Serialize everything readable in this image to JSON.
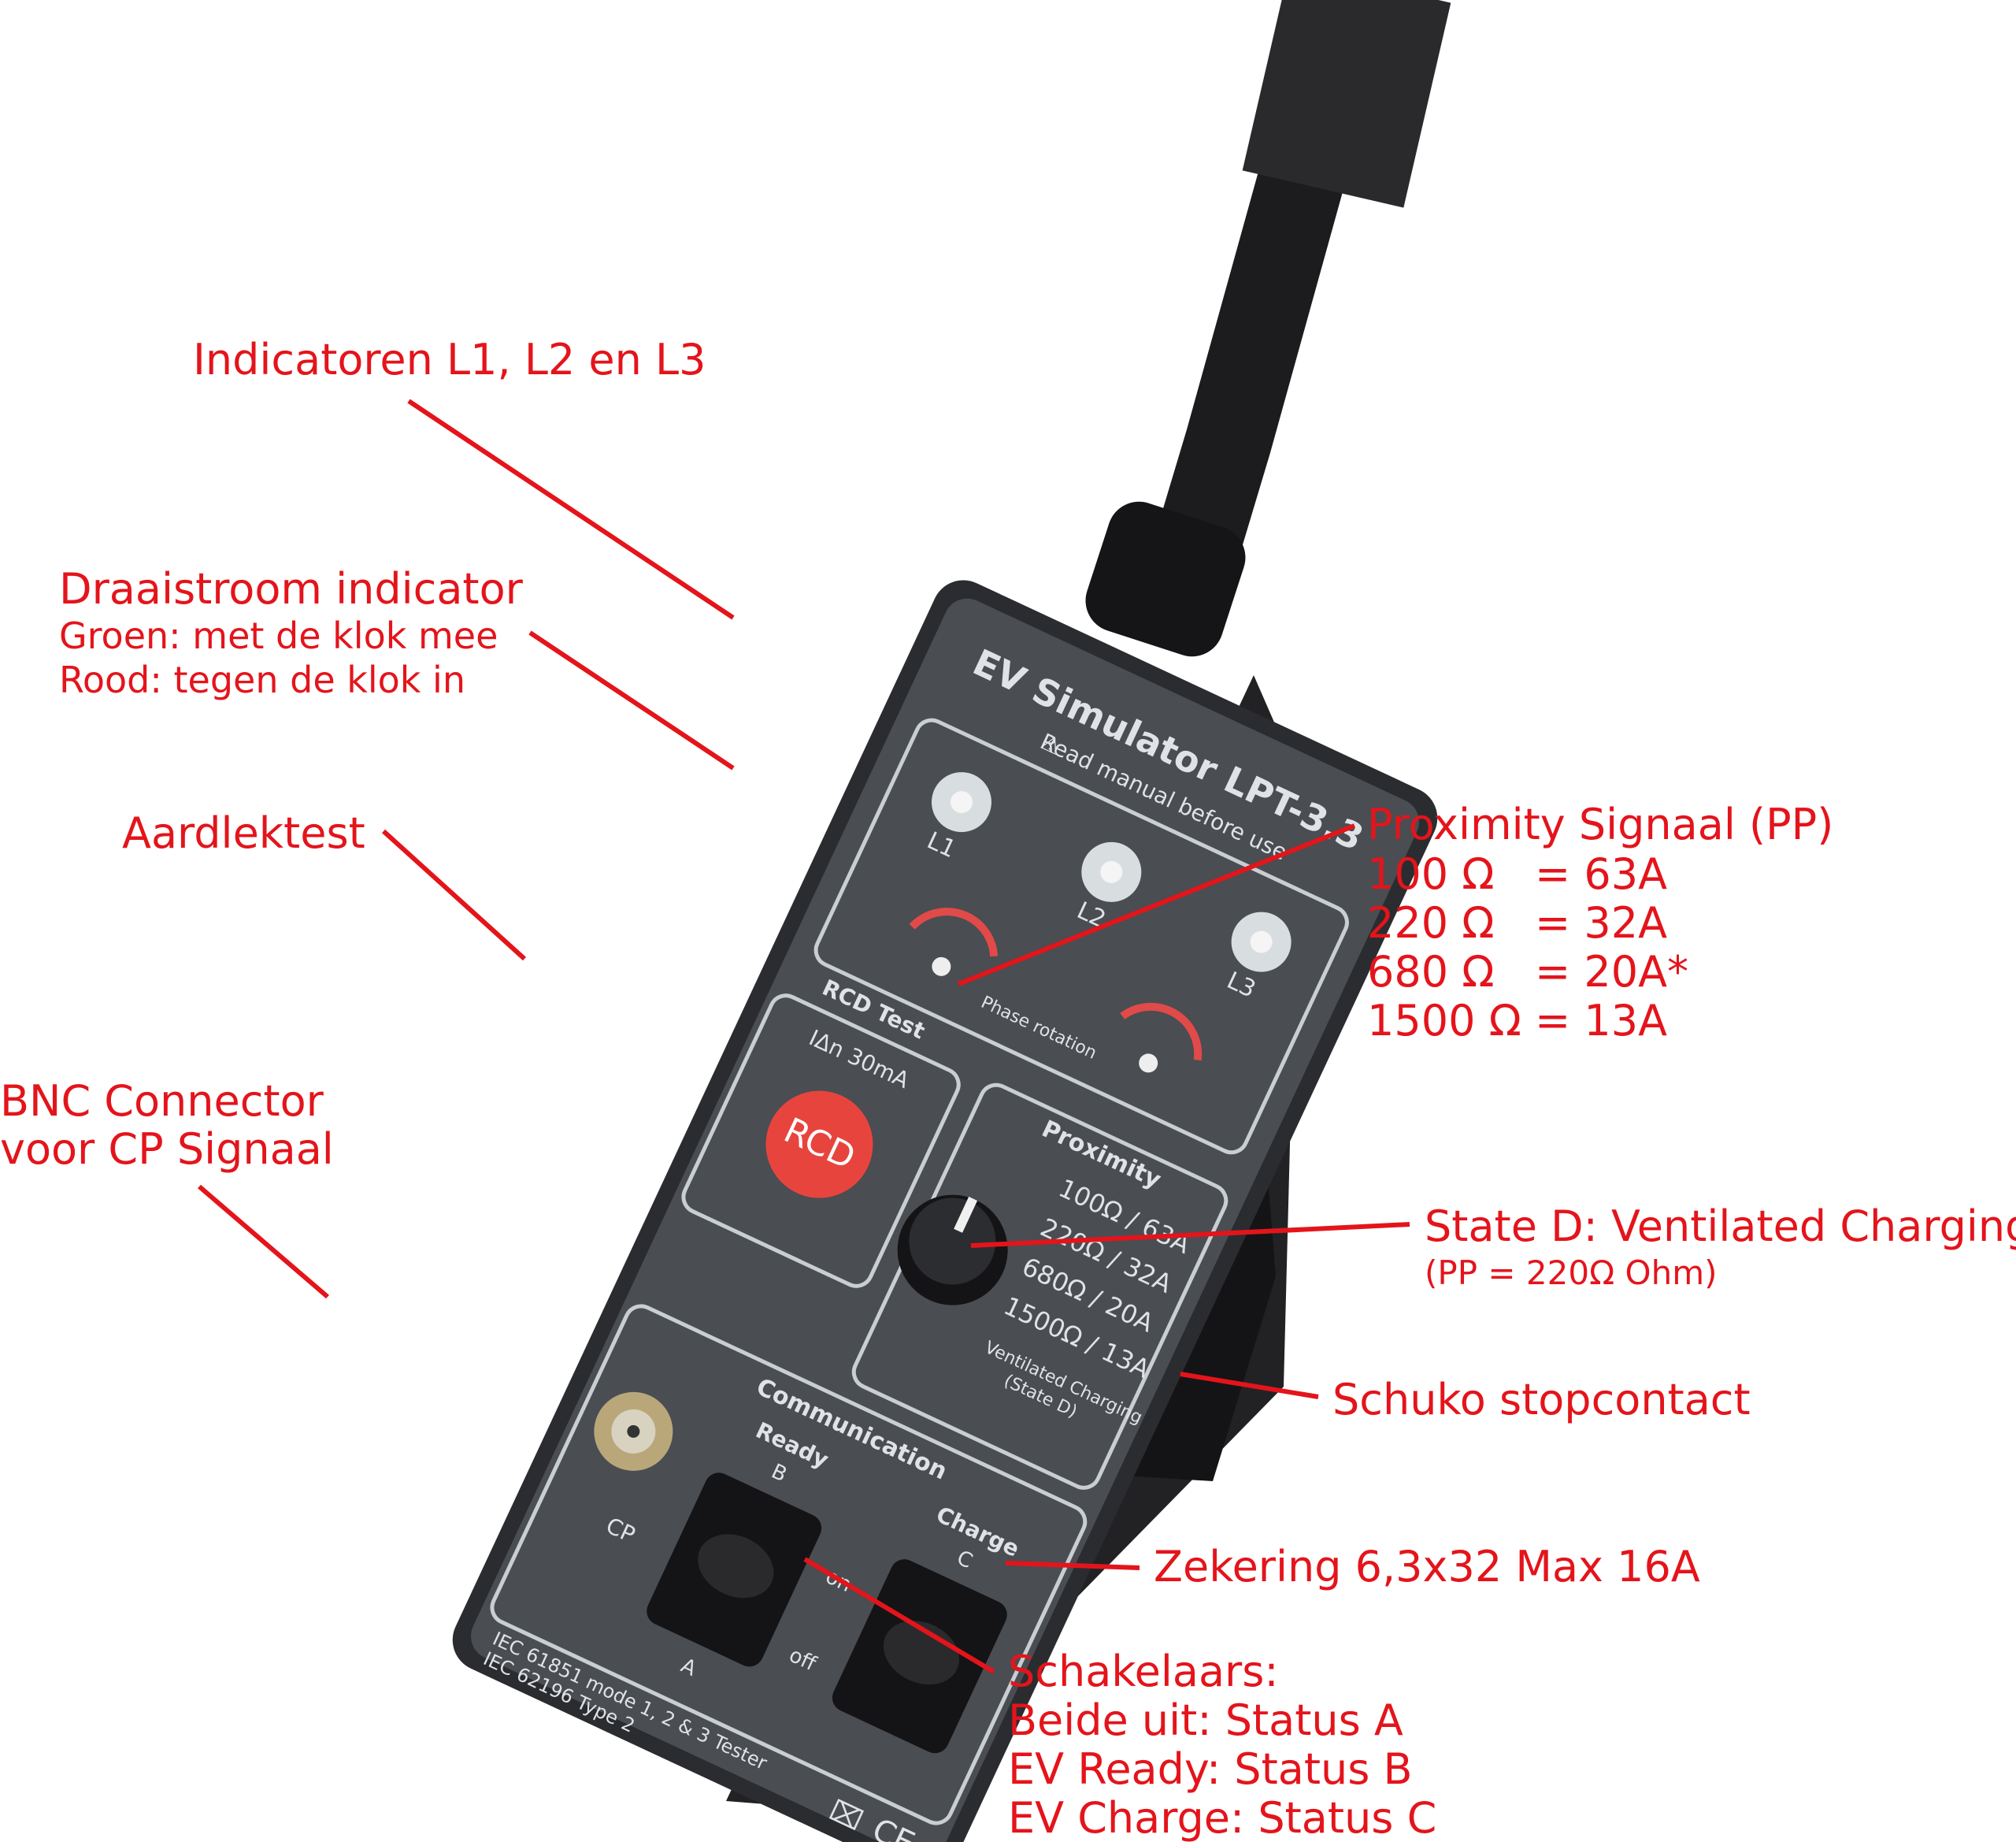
{
  "annotations": {
    "indicators": "Indicatoren L1, L2 en L3",
    "phase_title": "Draaistroom indicator",
    "phase_green": "Groen: met de klok mee",
    "phase_red": "Rood:  tegen de klok in",
    "rcd": "Aardlektest",
    "bnc_line1": "BNC Connector",
    "bnc_line2": "voor CP Signaal",
    "pp_title": "Proximity Signaal (PP)",
    "pp_rows": [
      "100 Ω   = 63A",
      "220 Ω   = 32A",
      "680 Ω   = 20A*",
      "1500 Ω = 13A"
    ],
    "state_d": "State D: Ventilated Charging",
    "state_d_note": "(PP = 220Ω Ohm)",
    "schuko": "Schuko stopcontact",
    "fuse": "Zekering 6,3x32 Max 16A",
    "switches_title": "Schakelaars:",
    "switches_rows": [
      "Beide uit: Status A",
      "EV Ready: Status B",
      "EV Charge: Status C"
    ]
  },
  "device": {
    "title": "EV Simulator LPT-3.3",
    "warning": "Read manual before use",
    "leds": [
      "L1",
      "L2",
      "L3"
    ],
    "phase_rotation": "Phase rotation",
    "rcd_title": "RCD Test",
    "rcd_rating": "IΔn 30mA",
    "rcd_button": "RCD",
    "proximity_title": "Proximity",
    "proximity_options": [
      "100Ω / 63A",
      "220Ω / 32A",
      "680Ω / 20A",
      "1500Ω / 13A"
    ],
    "ventilated_line1": "Ventilated Charging",
    "ventilated_line2": "(State D)",
    "communication_title": "Communication",
    "ready_label": "Ready",
    "charge_label": "Charge",
    "state_b": "B",
    "state_c": "C",
    "state_a": "A",
    "on_label": "on",
    "off_label": "off",
    "cp_label": "CP",
    "standard1": "IEC 61851 mode 1, 2 & 3 Tester",
    "standard2": "IEC 62196 Type 2"
  },
  "colors": {
    "annotation": "#e4141b",
    "panel": "#4a4d52",
    "rcd_button": "#e8443e"
  }
}
